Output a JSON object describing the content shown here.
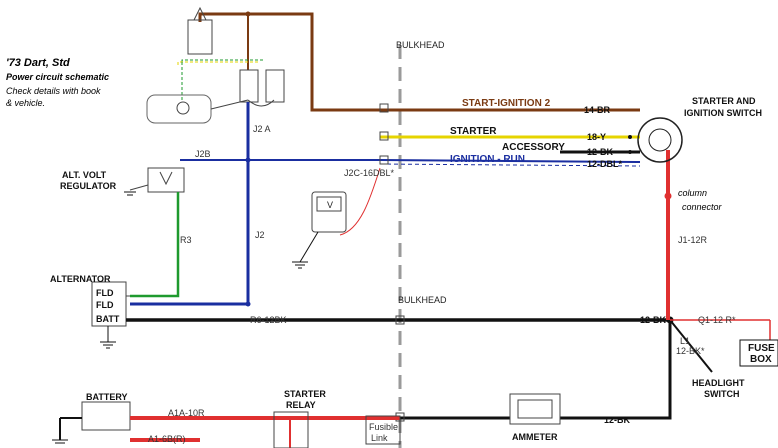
{
  "title": "'73 Dart, Std",
  "subtitle": "Power circuit schematic",
  "note_line1": "Check details with book",
  "note_line2": "& vehicle.",
  "labels": {
    "bulkhead_top": "BULKHEAD",
    "bulkhead_mid": "BULKHEAD",
    "start_ign2": "START-IGNITION 2",
    "starter": "STARTER",
    "accessory": "ACCESSORY",
    "ign_run": "IGNITION - RUN",
    "switch_line1": "STARTER AND",
    "switch_line2": "IGNITION SWITCH",
    "column_line1": "column",
    "column_line2": "connector",
    "j1_12r": "J1-12R",
    "alt_volt_line1": "ALT. VOLT",
    "alt_volt_line2": "REGULATOR",
    "alternator": "ALTERNATOR",
    "fld1": "FLD",
    "fld2": "FLD",
    "batt": "BATT",
    "r3": "R3",
    "j2": "J2",
    "j2a": "J2 A",
    "j2b": "J2B",
    "j2c": "J2C-16DBL*",
    "r6": "R6-12BK",
    "w14br": "14-BR",
    "w18y": "18-Y",
    "w12bk_acc": "12-BK",
    "w12dbl": "12-DBL*",
    "w12bk_main": "12-BK",
    "q1": "Q1-12 R*",
    "l1_line1": "L1",
    "l1_line2": "12-BK*",
    "fuse_line1": "FUSE",
    "fuse_line2": "BOX",
    "headlight_line1": "HEADLIGHT",
    "headlight_line2": "SWITCH",
    "battery": "BATTERY",
    "a1a": "A1A-10R",
    "a1_6b": "A1-6B(R)",
    "starter_relay_line1": "STARTER",
    "starter_relay_line2": "RELAY",
    "fusible_line1": "Fusible",
    "fusible_line2": "Link",
    "ammeter": "AMMETER",
    "w12bk_amm": "12-BK",
    "meter_v": "V"
  },
  "colors": {
    "brown": "#7a3a12",
    "yellow": "#e6d400",
    "blue": "#1a2ea0",
    "green": "#1e9a2e",
    "red": "#e03030",
    "black": "#111111",
    "gray": "#9a9a9a"
  }
}
